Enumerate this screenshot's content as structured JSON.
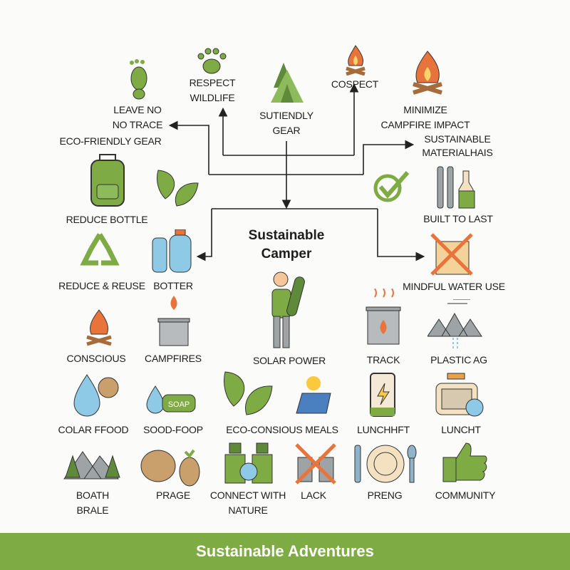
{
  "title": "Sustainable\nCamper",
  "footer": "Sustainable Adventures",
  "colors": {
    "green": "#7fab45",
    "orange": "#e8743b",
    "blue": "#8ec9e6",
    "gray": "#9ea3a6",
    "footer": "#7fab45"
  },
  "labels": [
    {
      "id": "leave-no-trace",
      "text": "LEAVE NO\nNO TRACE",
      "icon": "footprint-icon"
    },
    {
      "id": "respect-wildlife",
      "text": "RESPECT\nWILDLIFE",
      "icon": "paw-print-icon"
    },
    {
      "id": "sutiendly-gear",
      "text": "SUTIENDLY\nGEAR",
      "icon": "tent-icon"
    },
    {
      "id": "cospect",
      "text": "COSPECT",
      "icon": "campfire-icon"
    },
    {
      "id": "minimize-campfire",
      "text": "MINIMIZE\nCAMPFIRE IMPACT",
      "icon": "campfire-icon"
    },
    {
      "id": "eco-friendly-gear",
      "text": "ECO-FRIENDLY GEAR",
      "icon": "backpack-icon"
    },
    {
      "id": "sustainable-materials",
      "text": "SUSTAINABLE\nMATERIALHAIS",
      "icon": "utensils-icon"
    },
    {
      "id": "reduce-bottle",
      "text": "REDUCE BOTTLE",
      "icon": "leaf-icon"
    },
    {
      "id": "built-to-last",
      "text": "BUILT TO LAST",
      "icon": "checkmark-icon"
    },
    {
      "id": "reduce-reuse",
      "text": "REDUCE & REUSE",
      "icon": "recycle-icon"
    },
    {
      "id": "botter",
      "text": "BOTTER",
      "icon": "bottles-icon"
    },
    {
      "id": "mindful-water",
      "text": "MINDFUL WATER USE",
      "icon": "crossed-box-icon"
    },
    {
      "id": "conscious",
      "text": "CONSCIOUS",
      "icon": "campfire-icon"
    },
    {
      "id": "campfires",
      "text": "CAMPFIRES",
      "icon": "stove-icon"
    },
    {
      "id": "solar-power",
      "text": "SOLAR POWER",
      "icon": "camper-person-icon"
    },
    {
      "id": "track",
      "text": "TRACK",
      "icon": "stove-icon"
    },
    {
      "id": "plastic-ag",
      "text": "PLASTIC AG",
      "icon": "mountains-icon"
    },
    {
      "id": "colar-ffood",
      "text": "COLAR FFOOD",
      "icon": "water-drop-icon"
    },
    {
      "id": "sood-foop",
      "text": "SOOD-FOOP",
      "icon": "soap-icon"
    },
    {
      "id": "eco-meals",
      "text": "ECO-CONSIOUS MEALS",
      "icon": "leaf-icon"
    },
    {
      "id": "lunchhft",
      "text": "LUNCHHFT",
      "icon": "phone-charge-icon"
    },
    {
      "id": "luncht",
      "text": "LUNCHT",
      "icon": "container-icon"
    },
    {
      "id": "boath-brale",
      "text": "BOATH\nBRALE",
      "icon": "forest-icon"
    },
    {
      "id": "prage",
      "text": "PRAGE",
      "icon": "food-icon"
    },
    {
      "id": "connect-nature",
      "text": "CONNECT WITH\nNATURE",
      "icon": "binoculars-icon"
    },
    {
      "id": "lack",
      "text": "LACK",
      "icon": "crossed-binoculars-icon"
    },
    {
      "id": "preng",
      "text": "PRENG",
      "icon": "plate-icon"
    },
    {
      "id": "community",
      "text": "COMMUNITY",
      "icon": "thumbs-up-icon"
    }
  ],
  "soap_text": "SOAP"
}
